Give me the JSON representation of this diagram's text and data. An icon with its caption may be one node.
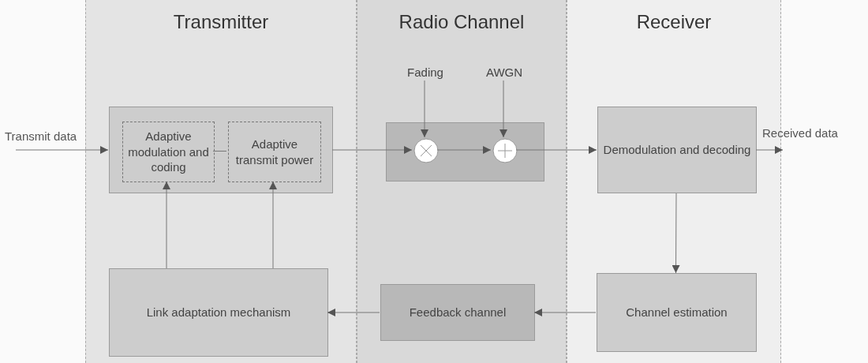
{
  "diagram": {
    "nodes": [
      {
        "text": [
          "Transmitter"
        ]
      },
      {
        "text": [],
        "shape": "box",
        "in": 0
      },
      {
        "text": [
          "Adaptive modulation and coding"
        ],
        "in": 1
      },
      {
        "text": [
          "Adaptive transmit power"
        ],
        "in": 1
      },
      {
        "text": [
          "Link adaptation mechanism"
        ],
        "in": 0
      },
      {
        "text": [
          "Radio Channel"
        ]
      },
      {
        "text": [
          "Fading"
        ],
        "in": 5
      },
      {
        "text": [
          "AWGN"
        ],
        "in": 5
      },
      {
        "text": [],
        "shape": "box",
        "in": 5
      },
      {
        "text": [],
        "shape": "circle",
        "in": 8
      },
      {
        "text": [],
        "shape": "circle",
        "in": 8
      },
      {
        "text": [
          "Feedback channel"
        ],
        "in": 5
      },
      {
        "text": [
          "Receiver"
        ]
      },
      {
        "text": [
          "Demodulation and decoding"
        ],
        "in": 12
      },
      {
        "text": [
          "Channel estimation"
        ],
        "in": 12
      }
    ],
    "edges": [
      {
        "from": null,
        "to": 1,
        "arrow": "to",
        "label": "Transmit data"
      },
      {
        "from": 2,
        "to": 3,
        "arrow": "none"
      },
      {
        "from": 1,
        "to": 9,
        "arrow": "to"
      },
      {
        "from": 6,
        "to": 9,
        "arrow": "to"
      },
      {
        "from": 7,
        "to": 10,
        "arrow": "to"
      },
      {
        "from": 9,
        "to": 10,
        "arrow": "to"
      },
      {
        "from": 10,
        "to": 13,
        "arrow": "to"
      },
      {
        "from": 13,
        "to": null,
        "arrow": "to",
        "label": "Received data"
      },
      {
        "from": 13,
        "to": 14,
        "arrow": "to"
      },
      {
        "from": 14,
        "to": 11,
        "arrow": "to"
      },
      {
        "from": 11,
        "to": 4,
        "arrow": "to"
      },
      {
        "from": 4,
        "to": 2,
        "arrow": "to"
      },
      {
        "from": 4,
        "to": 3,
        "arrow": "to"
      }
    ]
  }
}
